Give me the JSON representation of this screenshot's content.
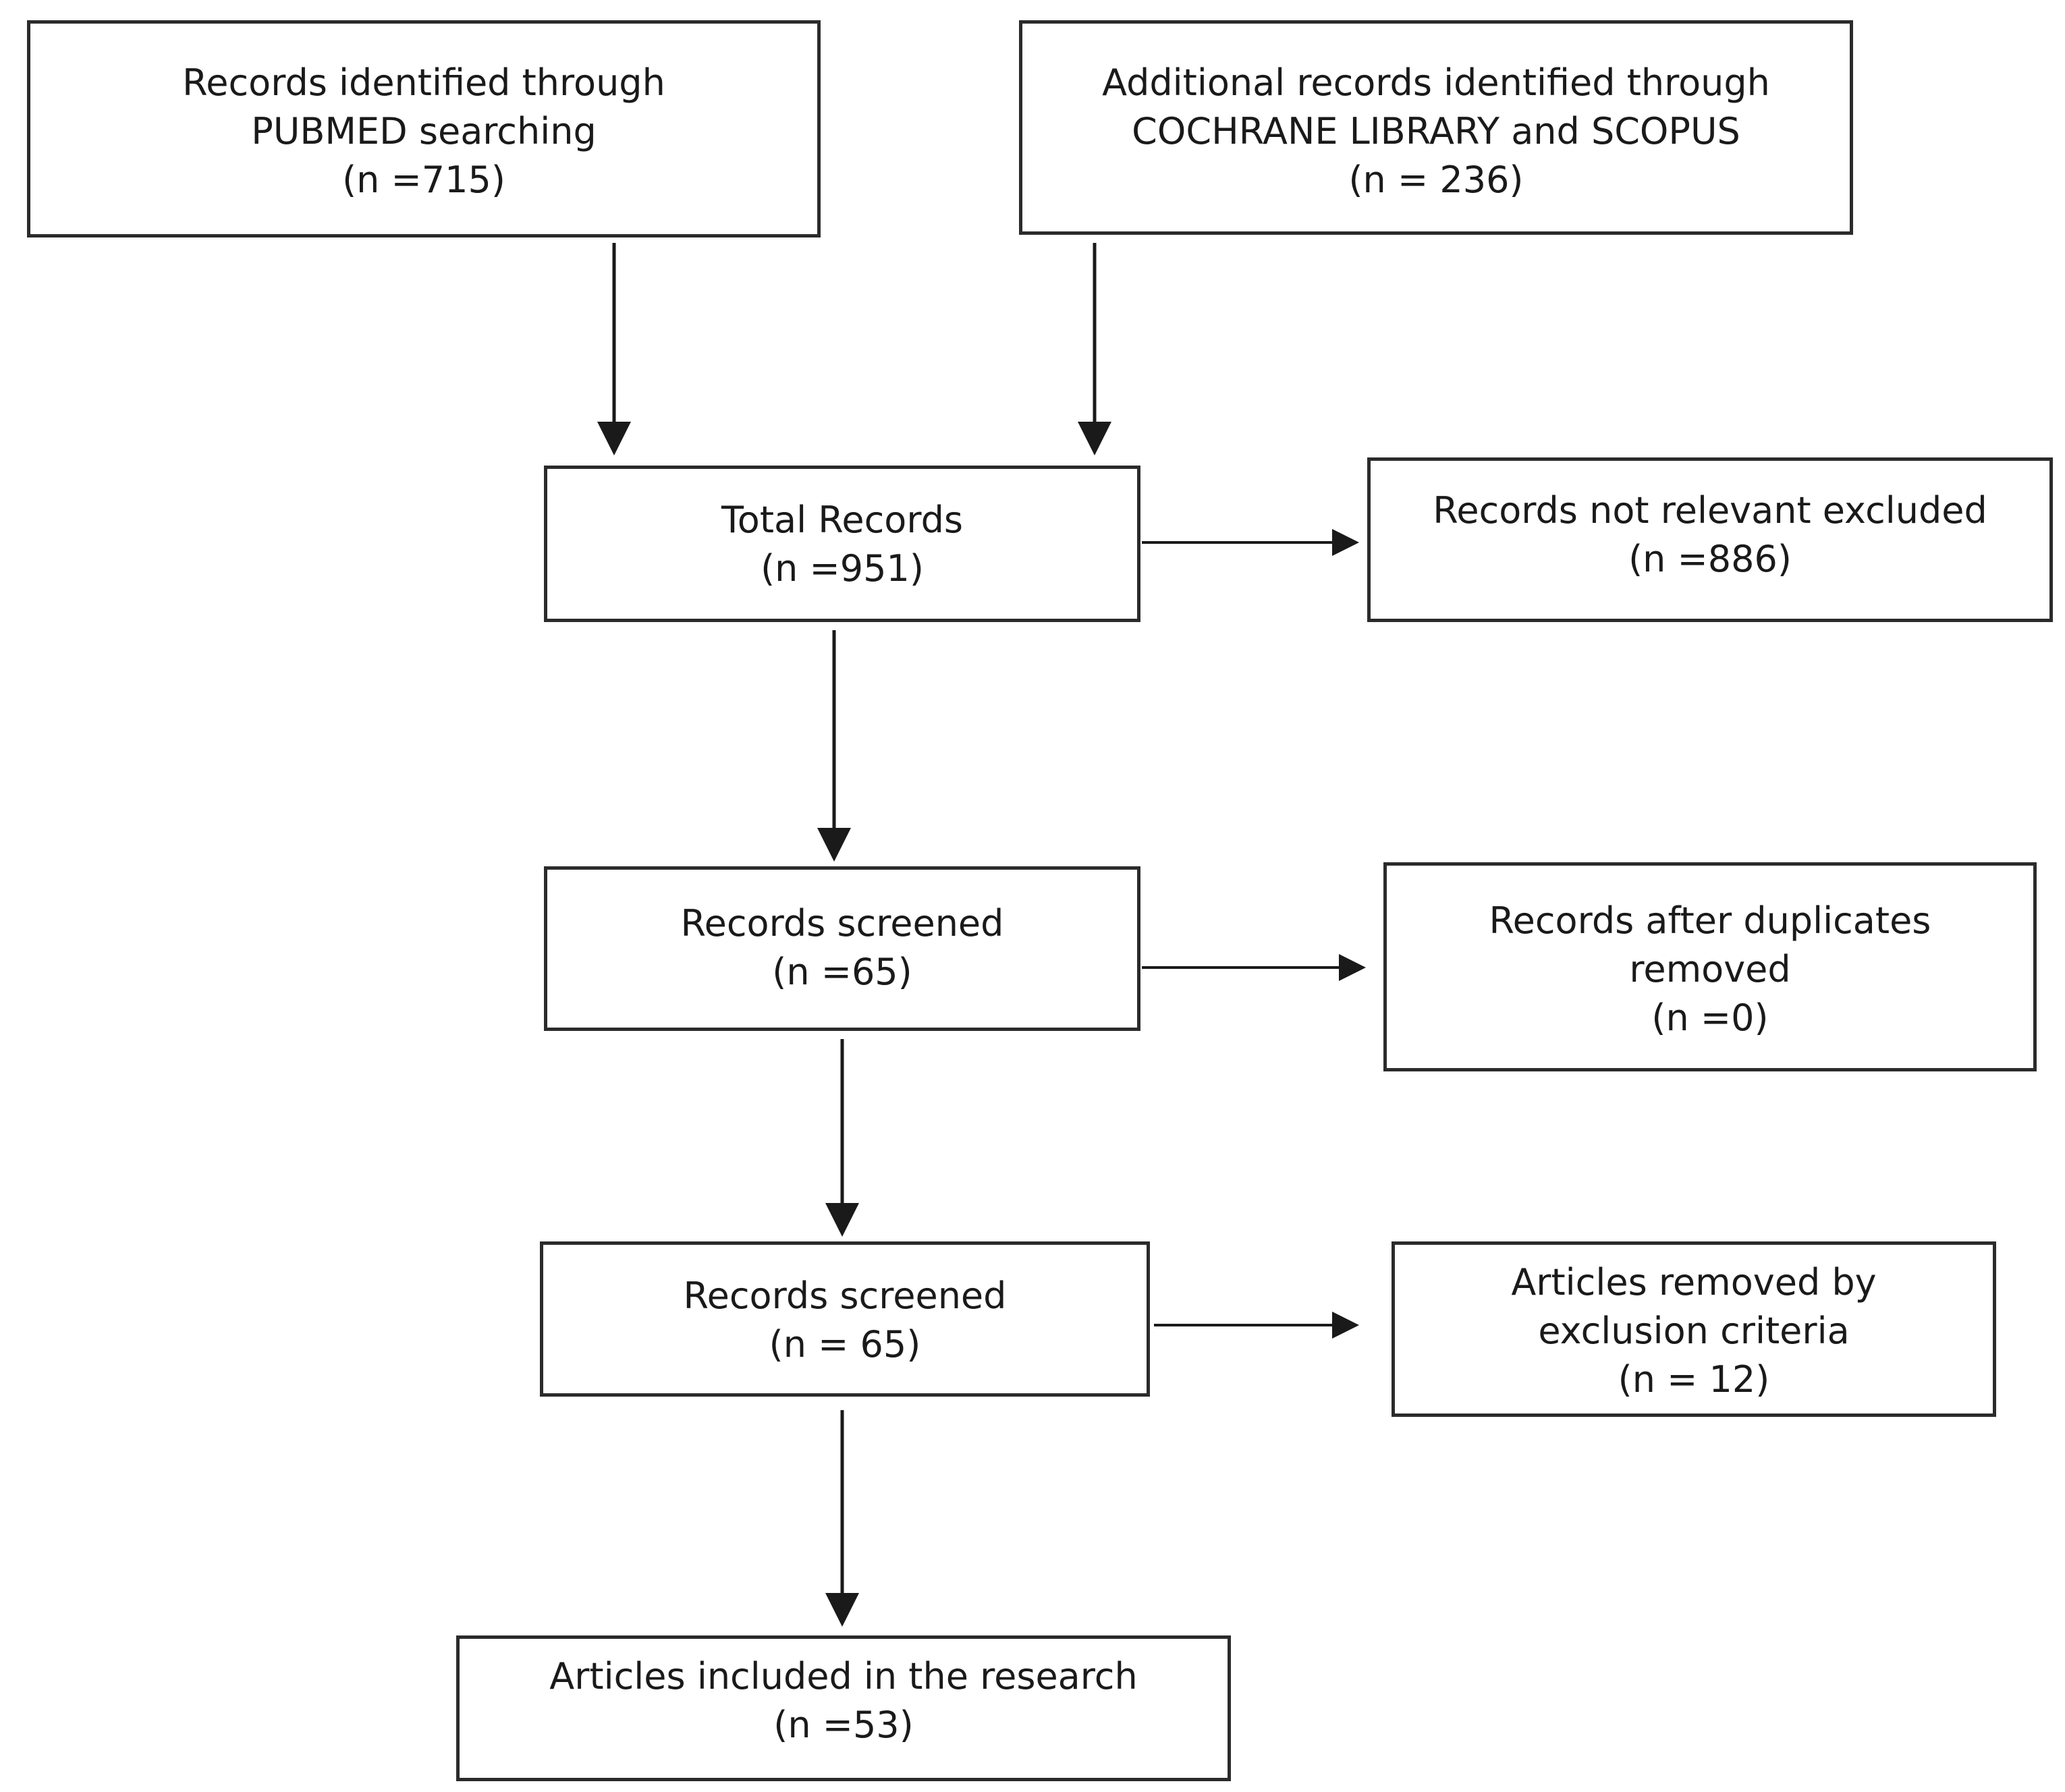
{
  "flowchart": {
    "pubmed": {
      "line1": "Records identified through",
      "line2": "PUBMED searching",
      "line3": "(n =715)"
    },
    "additional": {
      "line1": "Additional records identified through",
      "line2": "COCHRANE LIBRARY and SCOPUS",
      "line3": "(n = 236)"
    },
    "total": {
      "line1": "Total Records",
      "line2": "(n =951)"
    },
    "not_relevant": {
      "line1": "Records not relevant excluded",
      "line2": "(n =886)"
    },
    "screened_1": {
      "line1": "Records screened",
      "line2": "(n =65)"
    },
    "duplicates": {
      "line1": "Records after duplicates",
      "line2": "removed",
      "line3": "(n =0)"
    },
    "screened_2": {
      "line1": "Records screened",
      "line2": "(n = 65)"
    },
    "exclusion": {
      "line1": "Articles removed by",
      "line2": "exclusion criteria",
      "line3": "(n = 12)"
    },
    "included": {
      "line1": "Articles included in the research",
      "line2": "(n =53)"
    }
  }
}
